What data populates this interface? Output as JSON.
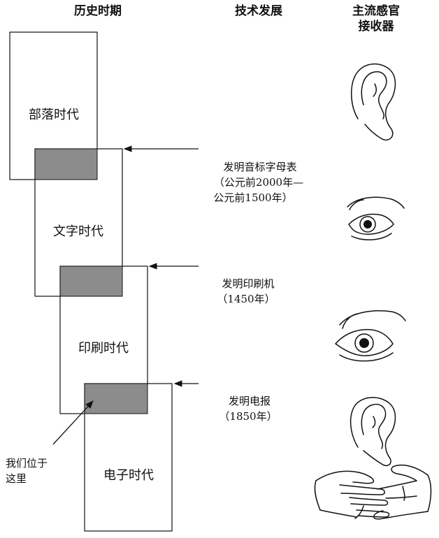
{
  "headers": {
    "period": "历史时期",
    "tech": "技术发展",
    "sense_line1": "主流感官",
    "sense_line2": "接收器"
  },
  "eras": [
    "部落时代",
    "文字时代",
    "印刷时代",
    "电子时代"
  ],
  "technologies": [
    {
      "lines": [
        "发明音标字母表",
        "（公元前2000年—",
        "公元前1500年）"
      ]
    },
    {
      "lines": [
        "发明印刷机",
        "（1450年）"
      ]
    },
    {
      "lines": [
        "发明电报",
        "（1850年）"
      ]
    }
  ],
  "pointer_note": {
    "lines": [
      "我们位于",
      "这里"
    ]
  },
  "senses": [
    "ear-icon",
    "eye-icon",
    "eye-icon",
    "ear-icon",
    "hands-touch-icon"
  ],
  "colors": {
    "overlap_fill": "#8c8c8c",
    "line": "#111111"
  }
}
